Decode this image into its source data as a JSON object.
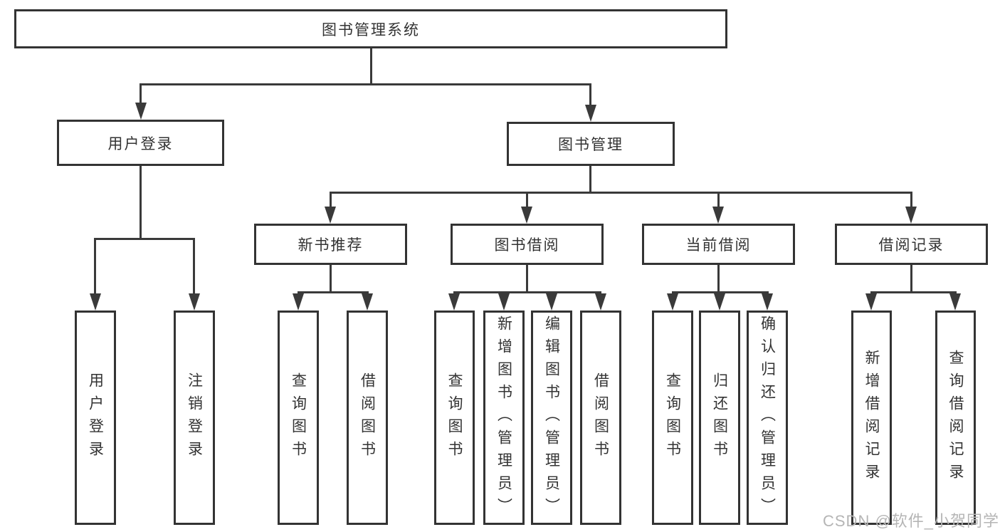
{
  "diagram": {
    "type": "hierarchy-tree",
    "root": {
      "label": "图书管理系统",
      "children": [
        {
          "label": "用户登录",
          "children": [
            {
              "label": "用户登录"
            },
            {
              "label": "注销登录"
            }
          ]
        },
        {
          "label": "图书管理",
          "children": [
            {
              "label": "新书推荐",
              "children": [
                {
                  "label": "查询图书"
                },
                {
                  "label": "借阅图书"
                }
              ]
            },
            {
              "label": "图书借阅",
              "children": [
                {
                  "label": "查询图书"
                },
                {
                  "label": "新增图书（管理员）"
                },
                {
                  "label": "编辑图书（管理员）"
                },
                {
                  "label": "借阅图书"
                }
              ]
            },
            {
              "label": "当前借阅",
              "children": [
                {
                  "label": "查询图书"
                },
                {
                  "label": "归还图书"
                },
                {
                  "label": "确认归还（管理员）"
                }
              ]
            },
            {
              "label": "借阅记录",
              "children": [
                {
                  "label": "新增借阅记录"
                },
                {
                  "label": "查询借阅记录"
                }
              ]
            }
          ]
        }
      ]
    },
    "watermark": "CSDN @软件_小贺同学",
    "colors": {
      "line": "#3a3a3a",
      "box_border": "#333333",
      "text": "#333333",
      "watermark": "#b5b5b5",
      "background": "#ffffff"
    }
  }
}
